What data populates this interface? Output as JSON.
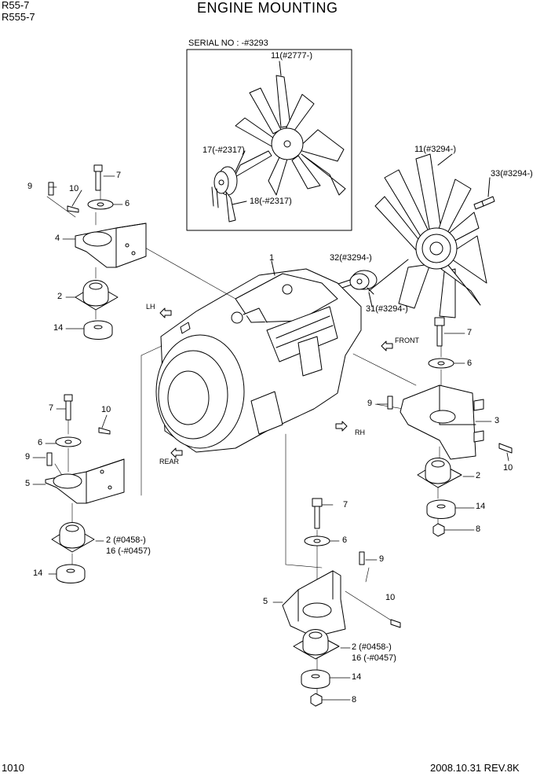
{
  "header": {
    "model_1": "R55-7",
    "model_2": "R555-7",
    "title": "ENGINE MOUNTING"
  },
  "inset": {
    "serial_label": "SERIAL NO : -#3293"
  },
  "callouts": {
    "fan_old": "11(#2777-)",
    "pulley_17": "17(-#2317)",
    "spacer_18": "18(-#2317)",
    "fan_new": "11(#3294-)",
    "bolt_33": "33(#3294-)",
    "engine_1": "1",
    "spacer_32": "32(#3294-)",
    "spacer_31": "31(#3294-)",
    "lf_7": "7",
    "lf_9": "9",
    "lf_10": "10",
    "lf_6": "6",
    "lf_4": "4",
    "lf_2": "2",
    "lf_14": "14",
    "lr_7": "7",
    "lr_10": "10",
    "lr_6": "6",
    "lr_9": "9",
    "lr_5": "5",
    "lr_2": "2 (#0458-)",
    "lr_16": "16 (-#0457)",
    "lr_14": "14",
    "rf_7": "7",
    "rf_6": "6",
    "rf_9": "9",
    "rf_3": "3",
    "rf_10": "10",
    "rf_2": "2",
    "rf_14": "14",
    "rf_8": "8",
    "rr_7": "7",
    "rr_6": "6",
    "rr_9": "9",
    "rr_5": "5",
    "rr_10": "10",
    "rr_2": "2 (#0458-)",
    "rr_16": "16 (-#0457)",
    "rr_14": "14",
    "rr_8": "8"
  },
  "directions": {
    "lh": "LH",
    "front": "FRONT",
    "rh": "RH",
    "rear": "REAR"
  },
  "footer": {
    "page": "1010",
    "revision": "2008.10.31  REV.8K"
  }
}
